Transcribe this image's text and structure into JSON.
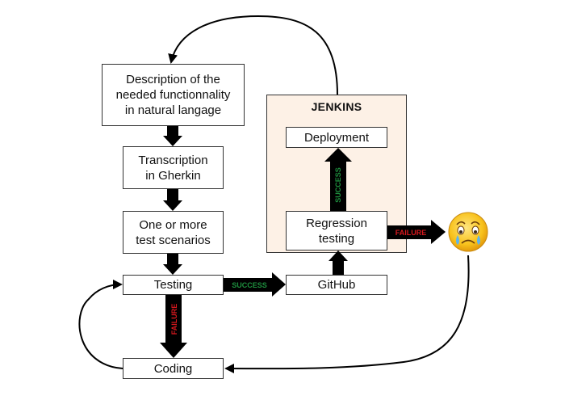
{
  "boxes": {
    "description": "Description of the\nneeded functionnality\nin natural langage",
    "transcription": "Transcription\nin Gherkin",
    "scenarios": "One or more\ntest scenarios",
    "testing": "Testing",
    "coding": "Coding",
    "github": "GitHub",
    "regression": "Regression\ntesting",
    "deployment": "Deployment"
  },
  "jenkins_title": "JENKINS",
  "edge_labels": {
    "success_testing_github": "SUCCESS",
    "success_regression_deployment": "SUCCESS",
    "failure_testing_coding": "FAILURE",
    "failure_regression": "FAILURE"
  },
  "colors": {
    "success": "#1e8f3e",
    "failure": "#d8181e",
    "jenkins_bg": "#fdf1e6",
    "arrow": "#000000"
  },
  "icons": {
    "sad_face": "crying-emoji-icon"
  }
}
